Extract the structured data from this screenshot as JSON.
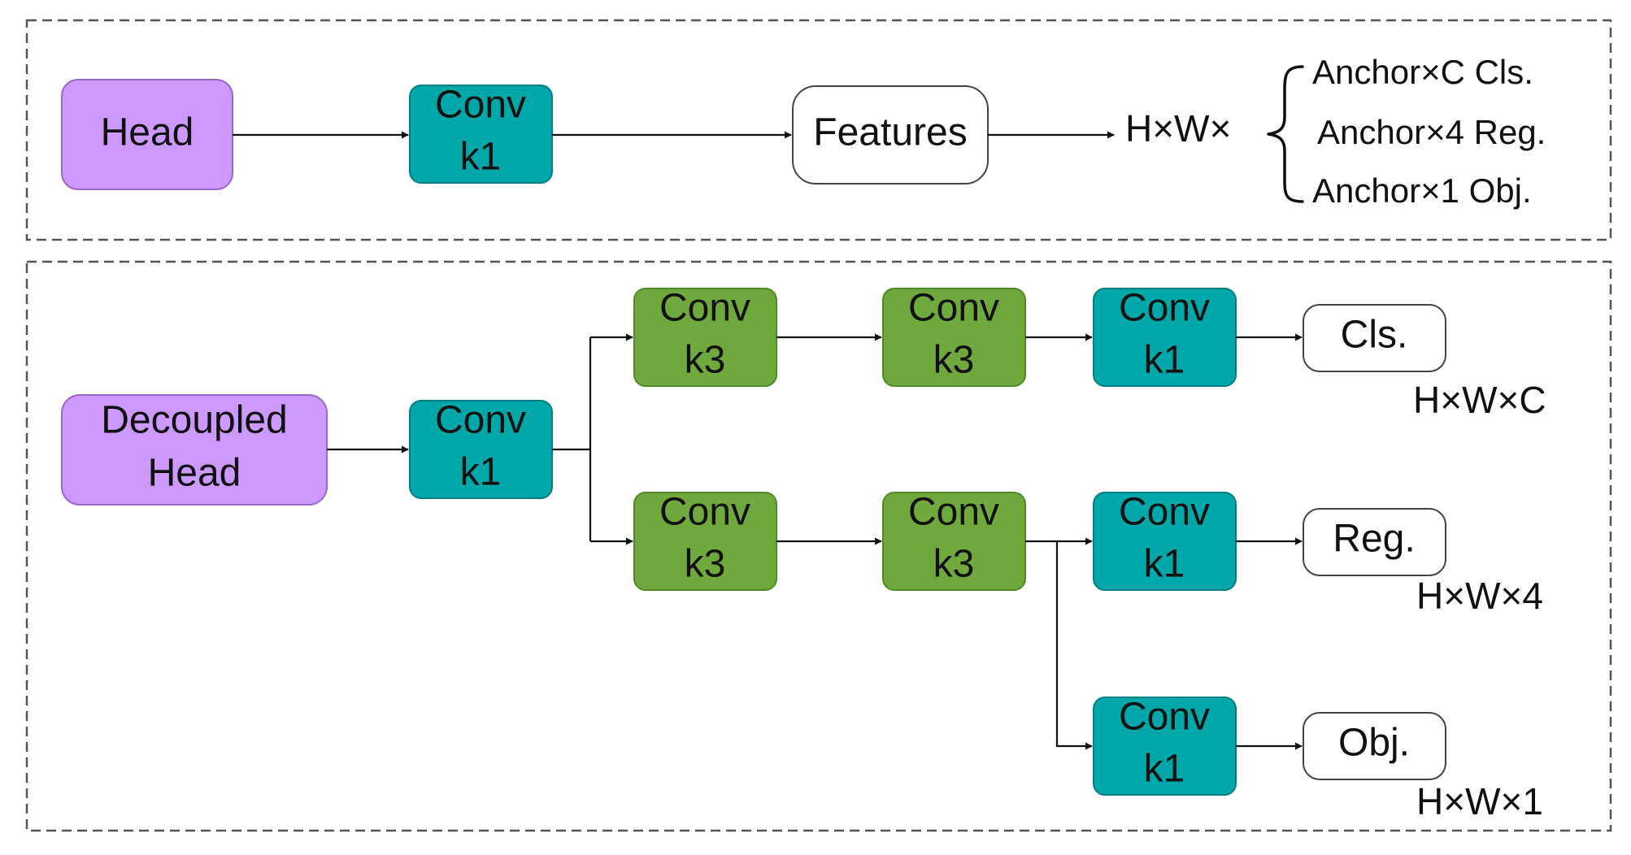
{
  "top_panel": {
    "head": "Head",
    "conv": [
      "Conv",
      "k1"
    ],
    "features": "Features",
    "output_prefix": "H×W×",
    "outputs": [
      "Anchor×C Cls.",
      "Anchor×4 Reg.",
      "Anchor×1 Obj."
    ]
  },
  "bottom_panel": {
    "head": [
      "Decoupled",
      "Head"
    ],
    "conv_stem": [
      "Conv",
      "k1"
    ],
    "cls_branch": {
      "conv1": [
        "Conv",
        "k3"
      ],
      "conv2": [
        "Conv",
        "k3"
      ],
      "conv3": [
        "Conv",
        "k1"
      ],
      "output": "Cls.",
      "shape": "H×W×C"
    },
    "reg_branch": {
      "conv1": [
        "Conv",
        "k3"
      ],
      "conv2": [
        "Conv",
        "k3"
      ],
      "conv3": [
        "Conv",
        "k1"
      ],
      "output": "Reg.",
      "shape": "H×W×4"
    },
    "obj_branch": {
      "conv": [
        "Conv",
        "k1"
      ],
      "output": "Obj.",
      "shape": "H×W×1"
    }
  },
  "colors": {
    "head": "#cc99ff",
    "conv_k1": "#00a7a8",
    "conv_k3": "#6fa83c",
    "output_box": "#ffffff"
  }
}
